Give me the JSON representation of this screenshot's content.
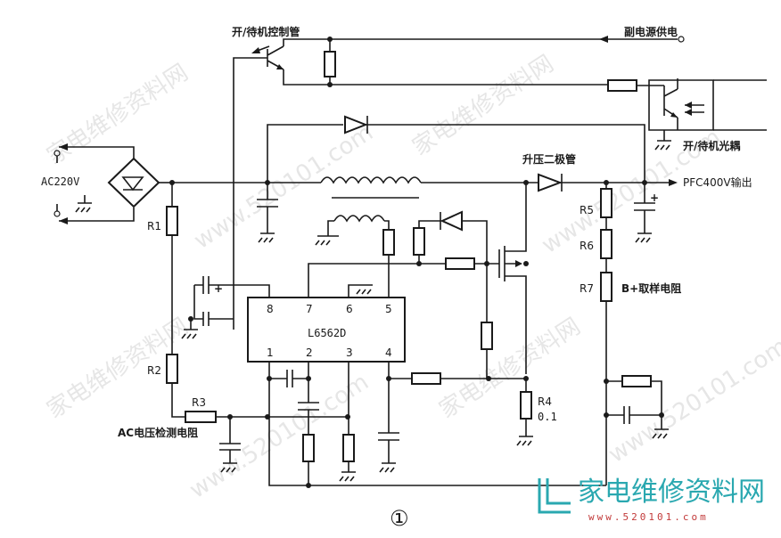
{
  "labels": {
    "standby_transistor": "开/待机控制管",
    "aux_supply": "副电源供电",
    "optocoupler": "开/待机光耦",
    "ac_input": "AC220V",
    "boost_diode": "升压二极管",
    "pfc_output": "PFC400V输出",
    "r1": "R1",
    "r2": "R2",
    "r3": "R3",
    "r4": "R4",
    "r4_value": "0.1",
    "r5": "R5",
    "r6": "R6",
    "r7": "R7",
    "sampling_resistor": "B+取样电阻",
    "ac_detect_resistor": "AC电压检测电阻",
    "ic_name": "L6562D",
    "pin8": "8",
    "pin7": "7",
    "pin6": "6",
    "pin5": "5",
    "pin1": "1",
    "pin2": "2",
    "pin3": "3",
    "pin4": "4",
    "plus_sign": "+",
    "figure_number": "①"
  },
  "watermark": {
    "text": "家电维修资料网",
    "url": "www.520101.com",
    "logo_url": "www.520101.com"
  },
  "colors": {
    "logo": "#2aa8b0",
    "logo_url": "#c23a3a"
  }
}
